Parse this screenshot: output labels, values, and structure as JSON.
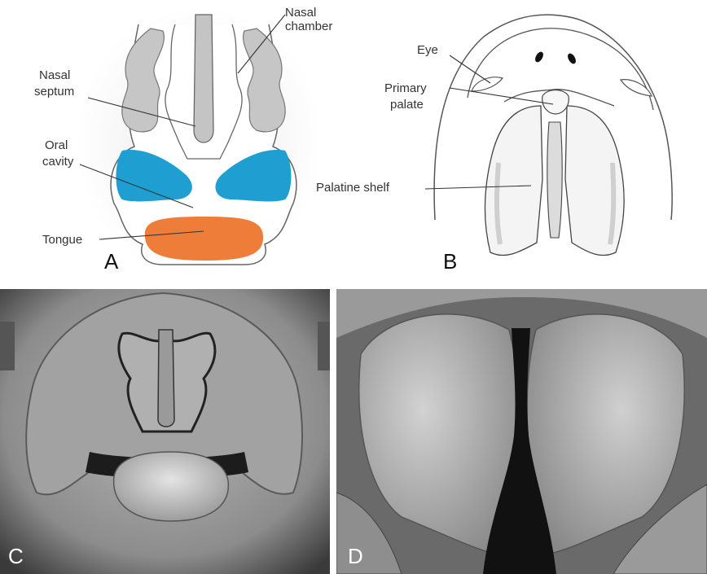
{
  "panels": {
    "a": {
      "letter": "A"
    },
    "b": {
      "letter": "B"
    },
    "c": {
      "letter": "C"
    },
    "d": {
      "letter": "D"
    }
  },
  "labels": {
    "nasal_chamber": "Nasal chamber",
    "nasal_septum_1": "Nasal",
    "nasal_septum_2": "septum",
    "oral_cavity_1": "Oral",
    "oral_cavity_2": "cavity",
    "tongue": "Tongue",
    "eye": "Eye",
    "primary_palate_1": "Primary",
    "primary_palate_2": "palate",
    "palatine_shelf": "Palatine shelf"
  },
  "colors": {
    "palatine_shelf": "#1f9fd1",
    "tongue": "#ef7d3a",
    "septum": "#c4c4c4",
    "outline": "#555555"
  }
}
